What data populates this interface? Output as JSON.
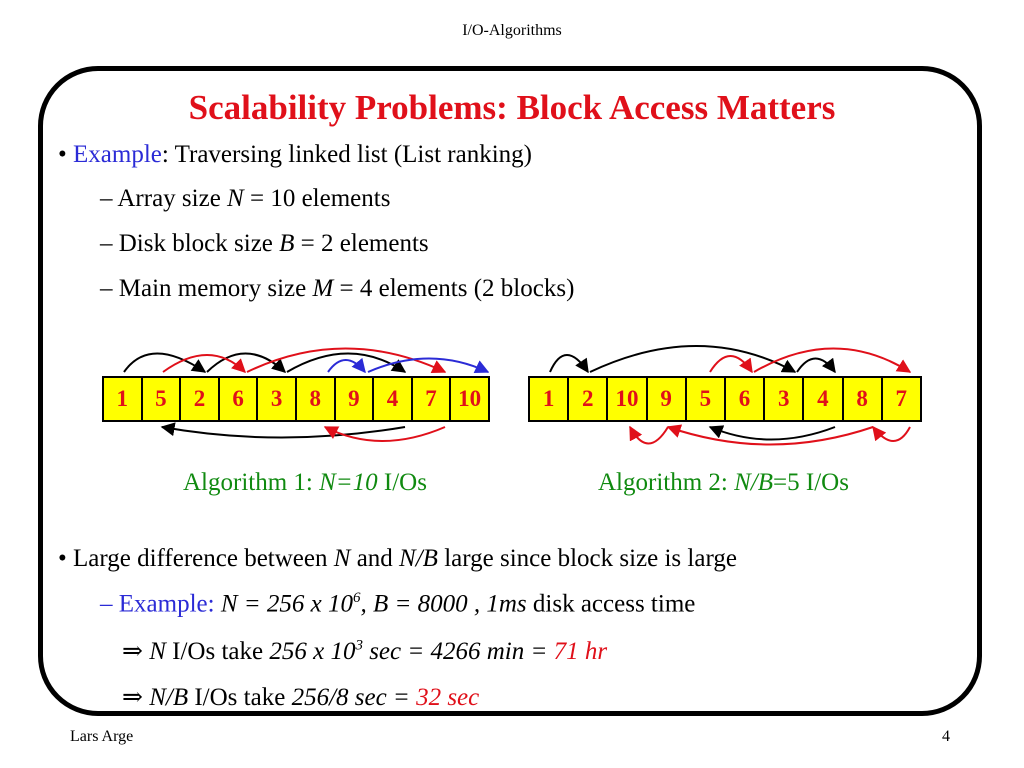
{
  "header": {
    "title": "I/O-Algorithms"
  },
  "slide": {
    "title": "Scalability Problems: Block Access Matters",
    "bullet1": {
      "marker": "•",
      "label": "Example",
      "text": ": Traversing linked list (List ranking)",
      "subs": [
        {
          "pre": "– Array size ",
          "var": "N",
          "post": " = 10 elements"
        },
        {
          "pre": "– Disk block size ",
          "var": "B",
          "post": " = 2 elements"
        },
        {
          "pre": "– Main memory size ",
          "var": "M",
          "post": " = 4 elements (2 blocks)"
        }
      ]
    },
    "arrays": {
      "algo1": [
        "1",
        "5",
        "2",
        "6",
        "3",
        "8",
        "9",
        "4",
        "7",
        "10"
      ],
      "algo2": [
        "1",
        "2",
        "10",
        "9",
        "5",
        "6",
        "3",
        "4",
        "8",
        "7"
      ]
    },
    "captions": {
      "algo1": {
        "pre": "Algorithm 1: ",
        "var": "N=10",
        "post": " I/Os"
      },
      "algo2": {
        "pre": "Algorithm 2: ",
        "var": "N/B",
        "post": "=5 I/Os"
      }
    },
    "bullet2": {
      "marker": "•",
      "pre": "Large difference between ",
      "v1": "N",
      "mid": " and ",
      "v2": "N/B",
      "post": " large since block size is large",
      "example": {
        "label": "– Example: ",
        "expr1": "N = 256 x 10",
        "exp1": "6",
        "expr2": ", B = 8000 , 1ms",
        "post": " disk access time"
      },
      "impl1": {
        "arrow": "⇒",
        "var": " N",
        "mid": " I/Os take ",
        "expr": "256 x 10",
        "exp": "3",
        "expr2": " sec = 4266 min = ",
        "result": "71 hr"
      },
      "impl2": {
        "arrow": "⇒",
        "var": " N/B",
        "mid": " I/Os take ",
        "expr": "256/8 sec = ",
        "result": "32 sec"
      }
    }
  },
  "footer": {
    "author": "Lars Arge",
    "page": "4"
  },
  "colors": {
    "title": "#e0101a",
    "cell_fill": "#ffff00",
    "caption": "#108a10",
    "accent": "#2b2bd6"
  }
}
